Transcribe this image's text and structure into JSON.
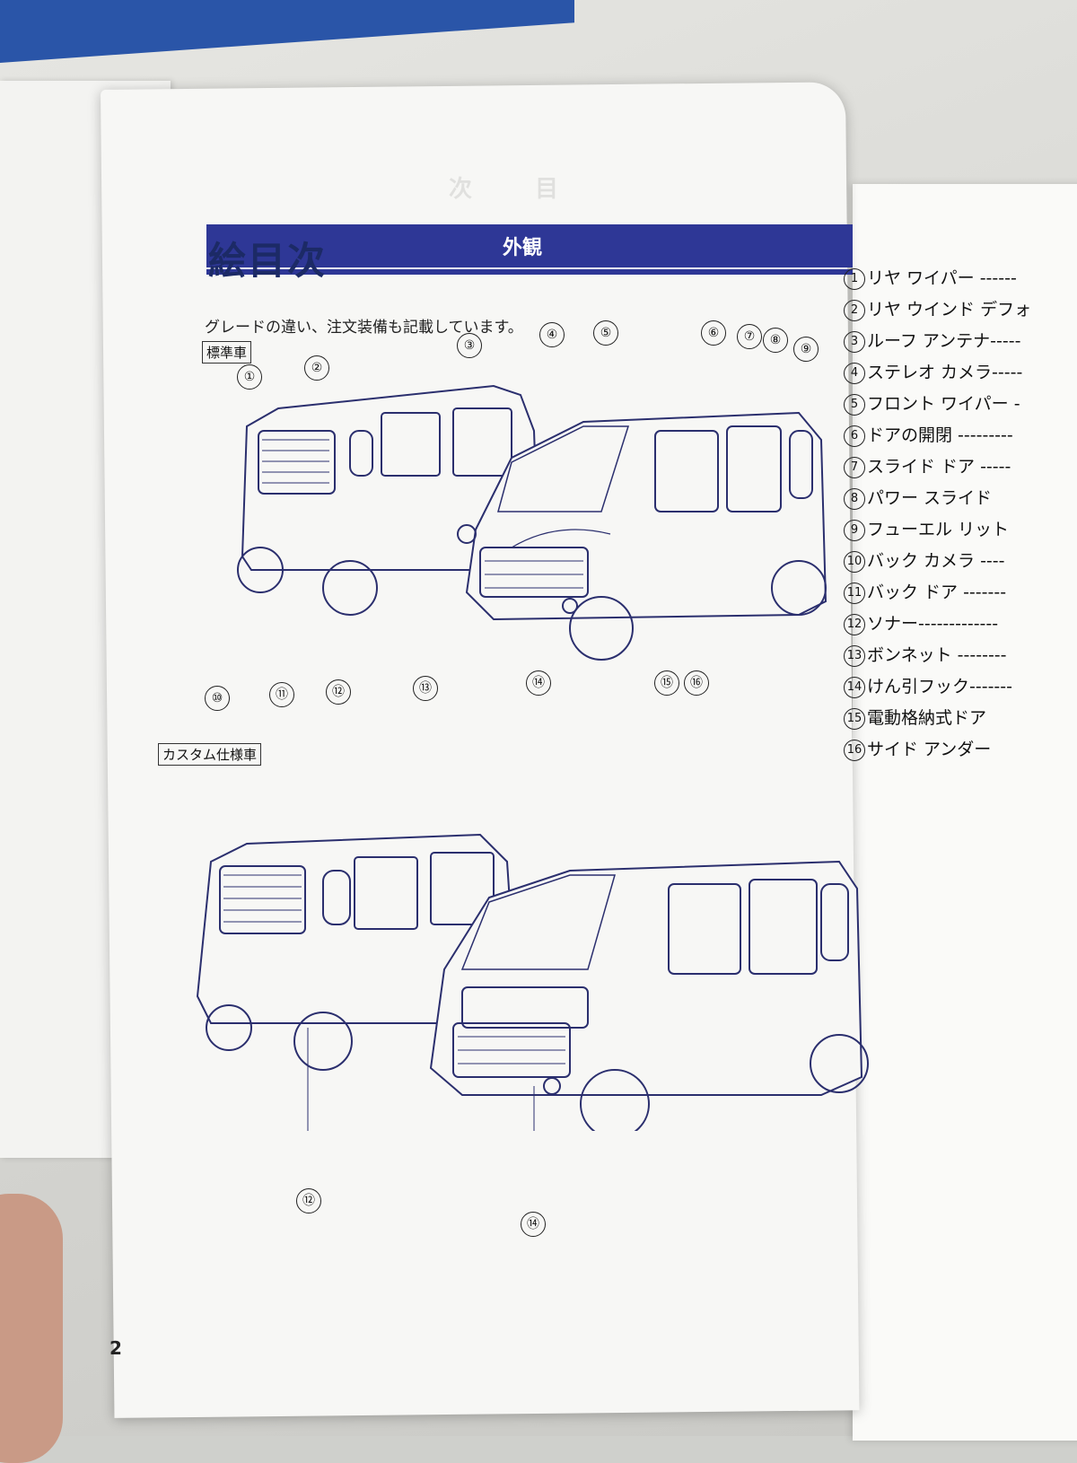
{
  "page": {
    "title": "絵目次",
    "section": "外観",
    "subtitle": "グレードの違い、注文装備も記載しています。",
    "page_number": "2"
  },
  "variants": {
    "standard_label": "標準車",
    "custom_label": "カスタム仕様車"
  },
  "callouts_standard": [
    "①",
    "②",
    "③",
    "④",
    "⑤",
    "⑥",
    "⑦",
    "⑧",
    "⑨",
    "⑩",
    "⑪",
    "⑫",
    "⑬",
    "⑭",
    "⑮",
    "⑯"
  ],
  "callouts_custom": [
    "⑫",
    "⑭"
  ],
  "legend": [
    {
      "num": "1",
      "text": "リヤ ワイパー ------"
    },
    {
      "num": "2",
      "text": "リヤ ウインド デフォ"
    },
    {
      "num": "3",
      "text": "ルーフ アンテナ-----"
    },
    {
      "num": "4",
      "text": "ステレオ カメラ-----"
    },
    {
      "num": "5",
      "text": "フロント ワイパー -"
    },
    {
      "num": "6",
      "text": "ドアの開閉 ---------"
    },
    {
      "num": "7",
      "text": "スライド ドア -----"
    },
    {
      "num": "8",
      "text": "パワー スライド "
    },
    {
      "num": "9",
      "text": "フューエル リット"
    },
    {
      "num": "10",
      "text": "バック カメラ ----"
    },
    {
      "num": "11",
      "text": "バック ドア -------"
    },
    {
      "num": "12",
      "text": "ソナー-------------"
    },
    {
      "num": "13",
      "text": "ボンネット --------"
    },
    {
      "num": "14",
      "text": "けん引フック-------"
    },
    {
      "num": "15",
      "text": "電動格納式ドア"
    },
    {
      "num": "16",
      "text": "サイド アンダー"
    }
  ]
}
